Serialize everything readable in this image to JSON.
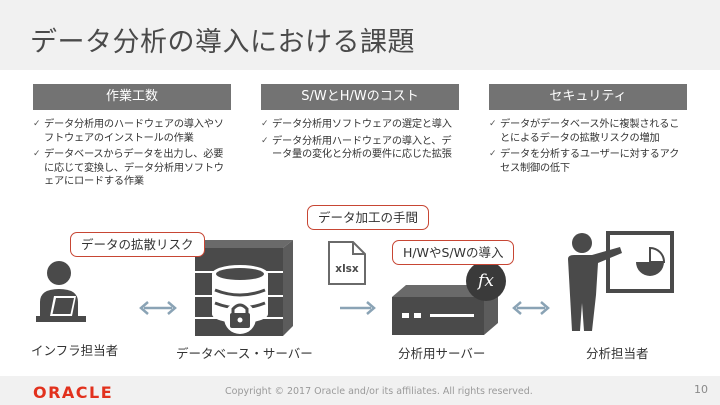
{
  "slide": {
    "title": "データ分析の導入における課題",
    "columns": [
      {
        "header": "作業工数",
        "bullets": [
          "データ分析用のハードウェアの導入やソフトウェアのインストールの作業",
          "データベースからデータを出力し、必要に応じて変換し、データ分析用ソフトウェアにロードする作業"
        ]
      },
      {
        "header": "S/WとH/Wのコスト",
        "bullets": [
          "データ分析用ソフトウェアの選定と導入",
          "データ分析用ハードウェアの導入と、データ量の変化と分析の要件に応じた拡張"
        ]
      },
      {
        "header": "セキュリティ",
        "bullets": [
          "データがデータベース外に複製されることによるデータの拡散リスクの増加",
          "データを分析するユーザーに対するアクセス制御の低下"
        ]
      }
    ],
    "diagram": {
      "callouts": {
        "risk": "データの拡散リスク",
        "processing": "データ加工の手間",
        "hw_sw": "H/WやS/Wの導入"
      },
      "labels": {
        "infra": "インフラ担当者",
        "db_server": "データベース・サーバー",
        "analysis_server": "分析用サーバー",
        "analyst": "分析担当者"
      },
      "file_label": "xlsx",
      "function_symbol": "fx",
      "icon_color": "#4a4a4a",
      "arrow_color": "#8aa3b5",
      "accent_color": "#c74634"
    },
    "footer": {
      "logo": "ORACLE",
      "copyright": "Copyright © 2017 Oracle and/or its affiliates.  All rights reserved.",
      "page": "10"
    }
  }
}
